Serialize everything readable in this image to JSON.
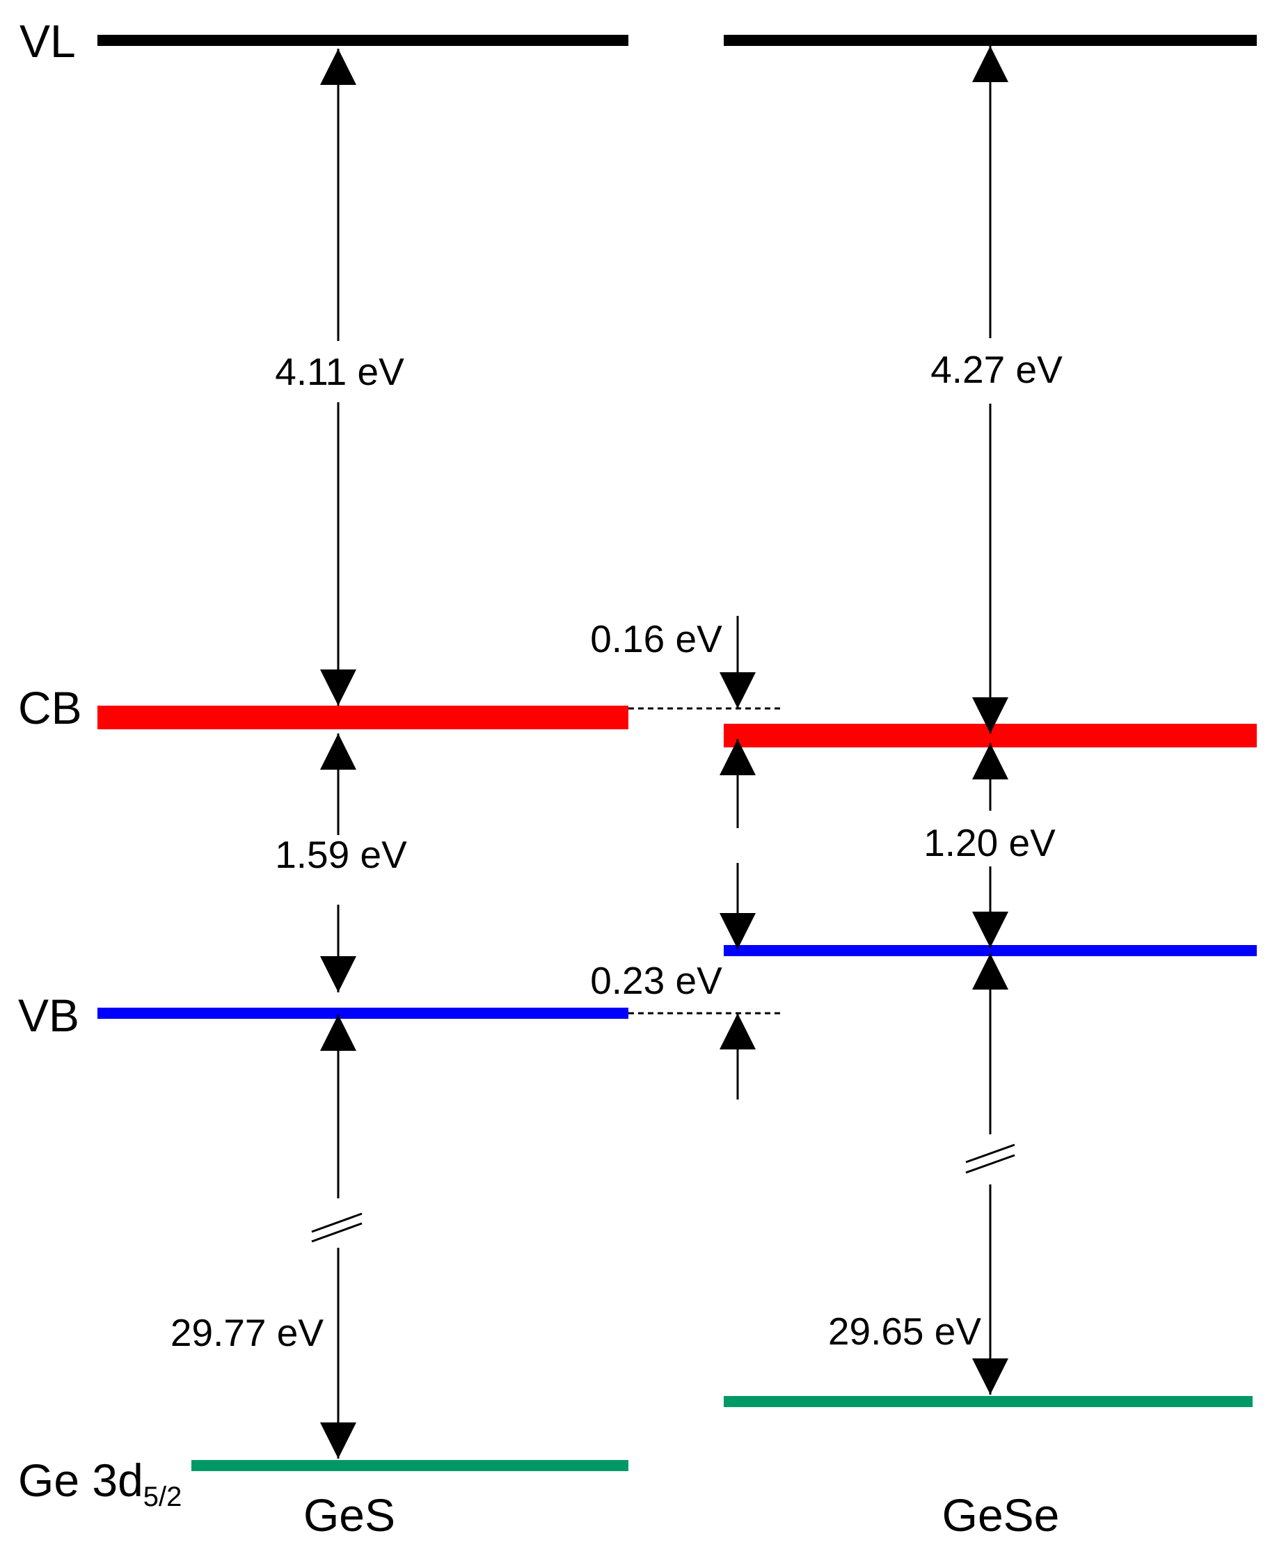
{
  "levels": {
    "vl": "VL",
    "cb": "CB",
    "vb": "VB",
    "core": "Ge 3d",
    "core_sub": "5/2"
  },
  "materials": {
    "left": "GeS",
    "right": "GeSe"
  },
  "values": {
    "ges_vl_cb": "4.11 eV",
    "ges_gap": "1.59 eV",
    "ges_vb_core": "29.77 eV",
    "gese_vl_cb": "4.27 eV",
    "gese_gap": "1.20 eV",
    "gese_vb_core": "29.65 eV",
    "cb_offset": "0.16 eV",
    "vb_offset": "0.23 eV"
  },
  "colors": {
    "vacuum_level": "#000000",
    "conduction_band": "#ff0000",
    "valence_band": "#0000ff",
    "core_level": "#009966"
  }
}
